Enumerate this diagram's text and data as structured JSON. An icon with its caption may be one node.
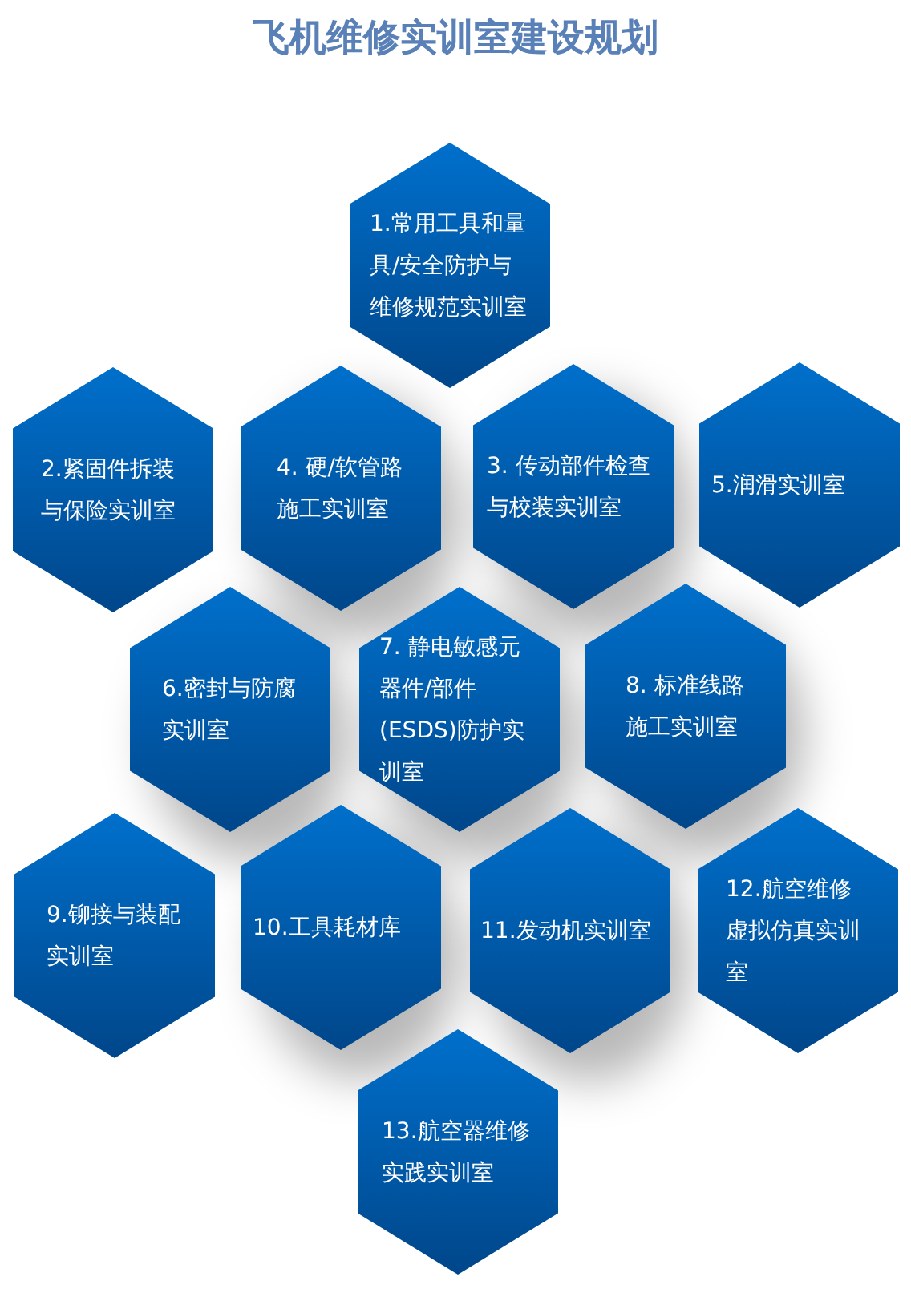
{
  "diagram": {
    "title": "飞机维修实训室建设规划",
    "nodes": [
      {
        "text": [
          "1.常用工具和量具/安全防护与维修规范实训室"
        ]
      },
      {
        "text": [
          "2.紧固件拆装与保险实训室"
        ]
      },
      {
        "text": [
          "4. 硬/软管路施工实训室"
        ]
      },
      {
        "text": [
          "3. 传动部件检查与校装实训室"
        ]
      },
      {
        "text": [
          "5.润滑实训室"
        ]
      },
      {
        "text": [
          "6.密封与防腐实训室"
        ]
      },
      {
        "text": [
          "7. 静电敏感元器件/部件(ESDS)防护实训室"
        ]
      },
      {
        "text": [
          "8. 标准线路施工实训室"
        ]
      },
      {
        "text": [
          "9.铆接与装配实训室"
        ]
      },
      {
        "text": [
          "10.工具耗材库"
        ]
      },
      {
        "text": [
          "11.发动机实训室"
        ]
      },
      {
        "text": [
          "12.航空维修虚拟仿真实训室"
        ]
      },
      {
        "text": [
          "13.航空器维修实践实训室"
        ]
      }
    ]
  }
}
